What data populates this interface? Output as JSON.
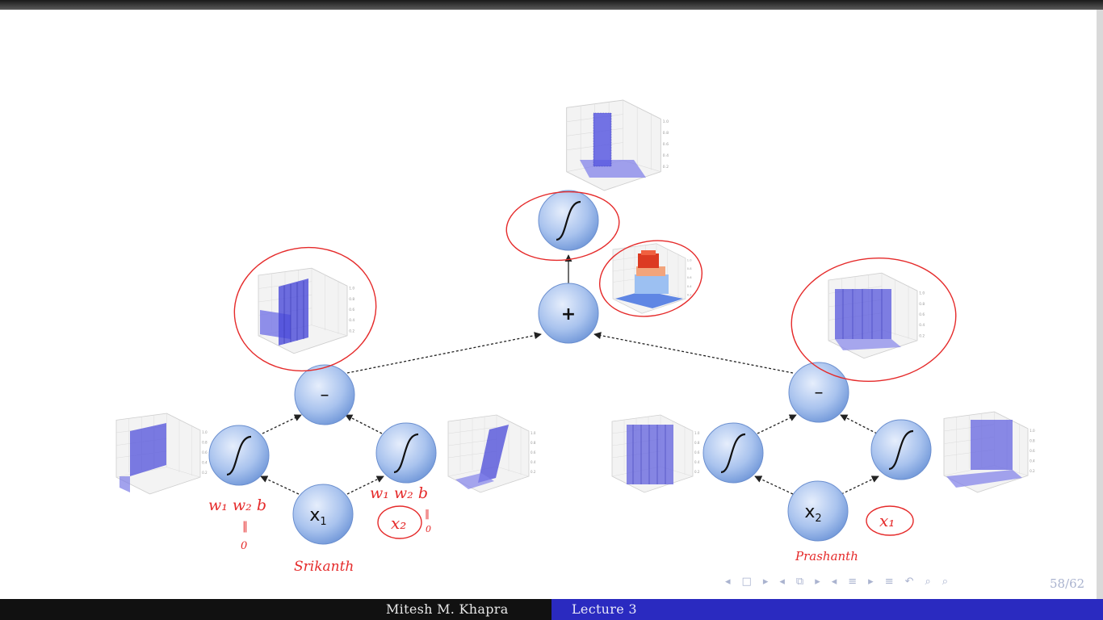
{
  "diagram": {
    "nodes": {
      "input_x1": {
        "label": "x",
        "subscript": "1"
      },
      "input_x2": {
        "label": "x",
        "subscript": "2"
      },
      "sum_node": {
        "label": "+"
      },
      "diff_left": {
        "label": "–"
      },
      "diff_right": {
        "label": "–"
      }
    },
    "annotations": {
      "left_neuron_1": "w₁ w₂ b",
      "left_neuron_2": "w₁ w₂ b",
      "left_input_name": "Srikanth",
      "right_input_name": "Prashanth",
      "left_circled": "x₂",
      "right_circled": "x₁",
      "equals_mark": "‖",
      "zero_mark": "0"
    }
  },
  "colors": {
    "node_fill_light": "#dbe7fb",
    "node_fill_dark": "#6f96d8",
    "annotation_ink": "#e52a2a",
    "plot_blue": "#4a4ad8",
    "footer_right": "#2a2ac0"
  },
  "footer": {
    "author": "Mitesh M. Khapra",
    "lecture": "Lecture 3",
    "page": "58/62"
  },
  "navigation": {
    "icons": [
      "nav-frame-prev-icon",
      "nav-frame-next-icon",
      "nav-section-prev-icon",
      "nav-section-next-icon",
      "nav-subsection-prev-icon",
      "nav-subsection-next-icon",
      "nav-toc-icon",
      "nav-back-icon",
      "nav-search-icon",
      "nav-zoom-icon"
    ],
    "glyphs": {
      "frame_prev": "◂",
      "frame": "□",
      "frame_next": "▸",
      "section_prev": "◂",
      "section": "⧉",
      "section_next": "▸",
      "sub_prev": "◂",
      "sub": "≡",
      "sub_next": "▸",
      "toc": "≡",
      "back": "↶",
      "search": "⌕",
      "zoom": "⌕"
    }
  }
}
